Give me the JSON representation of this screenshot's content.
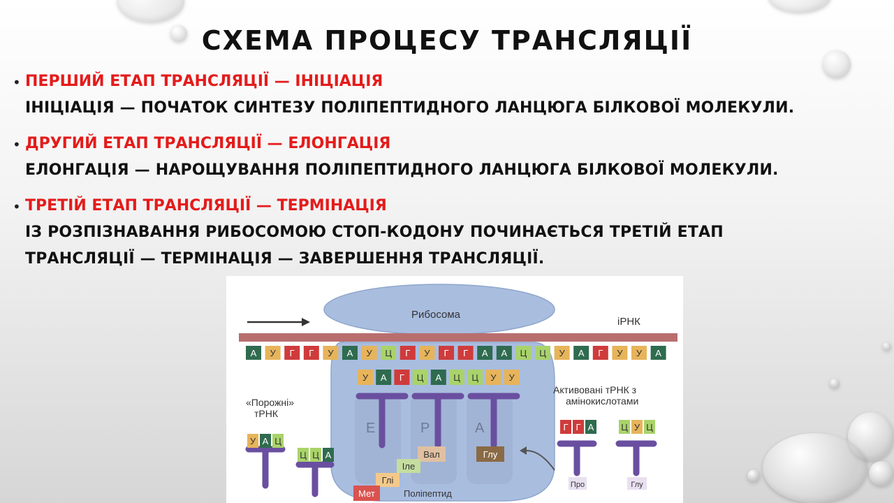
{
  "title": "СХЕМА   ПРОЦЕСУ   ТРАНСЛЯЦІЇ",
  "items": [
    {
      "heading": "ПЕРШИЙ ЕТАП ТРАНСЛЯЦІЇ — ІНІЦІАЦІЯ",
      "text": "ІНІЦІАЦІЯ — ПОЧАТОК СИНТЕЗУ ПОЛІПЕПТИДНОГО ЛАНЦЮГА БІЛКОВОЇ МОЛЕКУЛИ."
    },
    {
      "heading": "ДРУГИЙ ЕТАП ТРАНСЛЯЦІЇ — ЕЛОНГАЦІЯ",
      "text": "ЕЛОНГАЦІЯ — НАРОЩУВАННЯ ПОЛІПЕПТИДНОГО ЛАНЦЮГА БІЛКОВОЇ МОЛЕКУЛИ."
    },
    {
      "heading": "ТРЕТІЙ ЕТАП ТРАНСЛЯЦІЇ — ТЕРМІНАЦІЯ",
      "text_line1": "ІЗ РОЗПІЗНАВАННЯ РИБОСОМОЮ СТОП-КОДОНУ ПОЧИНАЄТЬСЯ ТРЕТІЙ ЕТАП",
      "text_line2": "ТРАНСЛЯЦІЇ — ТЕРМІНАЦІЯ — ЗАВЕРШЕННЯ ТРАНСЛЯЦІЇ."
    }
  ],
  "diagram": {
    "ribosome": "Рибосома",
    "mrna": "іРНК",
    "mrna_codons": [
      "А",
      "У",
      "Г",
      "Г",
      "У",
      "А",
      "У",
      "Ц",
      "Г",
      "У",
      "Г",
      "Г",
      "А",
      "А",
      "Ц",
      "Ц",
      "У",
      "А",
      "Г",
      "У",
      "У",
      "А"
    ],
    "anticodons": [
      "У",
      "А",
      "Г",
      "Ц",
      "А",
      "Ц",
      "Ц",
      "У",
      "У"
    ],
    "sites": [
      "Е",
      "Р",
      "А"
    ],
    "empty_trna": "«Порожні» тРНК",
    "empty_trna_codons_1": [
      "У",
      "А",
      "Ц"
    ],
    "empty_trna_codons_2": [
      "Ц",
      "Ц",
      "А"
    ],
    "active_trna": "Активовані тРНК з амінокислотами",
    "active_codons_1": [
      "Г",
      "Г",
      "А"
    ],
    "active_codons_2": [
      "Ц",
      "У",
      "Ц"
    ],
    "amino_acids": {
      "val": "Вал",
      "glu": "Глу",
      "ile": "Іле",
      "gli": "Глі",
      "met": "Мет",
      "pro": "Про",
      "glu2": "Глу"
    },
    "polypeptide": "Поліпептид",
    "colors": {
      "A": "#2f6b4f",
      "U": "#e7b45a",
      "G": "#cf3b3b",
      "C": "#a9d36a",
      "trna": "#6a4fa0"
    }
  }
}
